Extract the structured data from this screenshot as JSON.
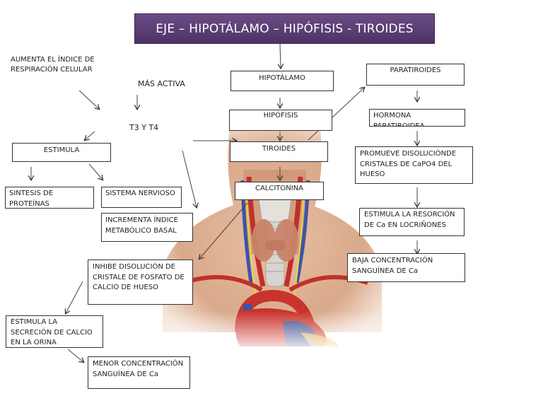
{
  "title": "EJE – HIPOTÁLAMO – HIPÓFISIS - TIROIDES",
  "notes": {
    "aumenta": "AUMENTA EL ÍNDICE DE RESPIRACIÓN CELULAR",
    "mas_activa": "MÁS ACTIVA",
    "t3t4": "T3 Y T4"
  },
  "boxes": {
    "hipotalamo": "HIPOTÁLAMO",
    "hipofisis": "HIPÓFISIS",
    "tiroides": "TIROIDES",
    "calcitonina": "CALCITONINA",
    "paratiroides": "PARATIROIDES",
    "hormona_paratiroidea": "HORMONA PARATIROIDEA",
    "promueve": "PROMUEVE DISOLUCIÓNDE CRISTALES DE CaPO4 DEL HUESO",
    "estimula_resorcion": "ESTIMULA LA RESORCIÓN DE Ca EN LOCRIÑONES",
    "baja_concentracion": "BAJA CONCENTRACIÓN SANGUÍNEA DE Ca",
    "estimula": "ESTIMULA",
    "sintesis": "SINTESIS DE PROTEÍNAS",
    "sistema_nervioso": "SISTEMA NERVIOSO",
    "incrementa": "INCREMENTA ÍNDICE METABÓLICO BASAL",
    "inhibe": "INHIBE DISOLUCIÓN DE CRISTALE DE FOSFATO DE CALCIO DE HUESO",
    "estimula_secrecion": "ESTIMULA LA SECRECIÓN DE CALCIO EN LA ORINA",
    "menor_concentracion": "MENOR CONCENTRACIÓN SANGUÍNEA DE Ca"
  }
}
